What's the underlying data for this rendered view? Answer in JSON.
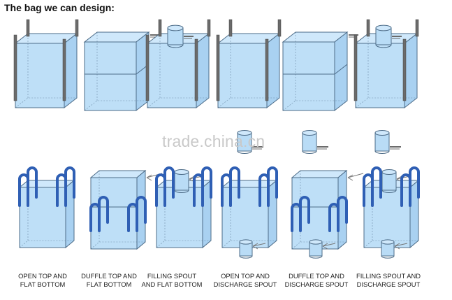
{
  "title": "The bag we can design:",
  "watermark": "trade.china.cn",
  "colors": {
    "bag_fill": "#b9dcf6",
    "bag_top": "#cfe8fb",
    "bag_stroke": "#4d6c88",
    "loop_blue": "#2f5fb4",
    "strap_gray": "#6b6b6b"
  },
  "captions": [
    {
      "line1": "OPEN TOP AND",
      "line2": "FLAT BOTTOM"
    },
    {
      "line1": "DUFFLE TOP AND",
      "line2": "FLAT BOTTOM"
    },
    {
      "line1": "FILLING SPOUT",
      "line2": "AND FLAT BOTTOM"
    },
    {
      "line1": "OPEN TOP AND",
      "line2": "DISCHARGE SPOUT"
    },
    {
      "line1": "DUFFLE TOP AND",
      "line2": "DISCHARGE SPOUT"
    },
    {
      "line1": "FILLING SPOUT AND",
      "line2": "DISCHARGE SPOUT"
    }
  ]
}
